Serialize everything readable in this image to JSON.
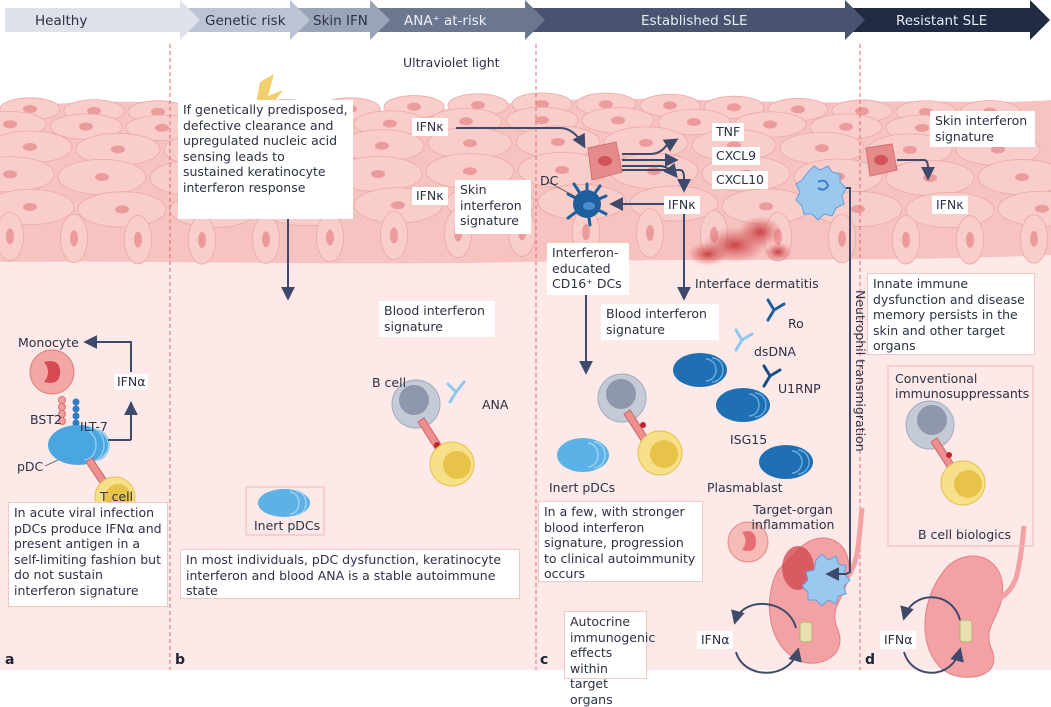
{
  "timeline": {
    "stages": [
      {
        "label": "Healthy",
        "color": "#dce1ea",
        "text_color": "#3a3f4f"
      },
      {
        "label": "Genetic risk",
        "color": "#bcc4d3",
        "text_color": "#3a3f4f"
      },
      {
        "label": "Skin IFN",
        "color": "#9aa4b8",
        "text_color": "#2c3144"
      },
      {
        "label": "ANA⁺ at-risk",
        "color": "#6b7791",
        "text_color": "#eef1f6"
      },
      {
        "label": "Established SLE",
        "color": "#47536f",
        "text_color": "#e8ecf3"
      },
      {
        "label": "Resistant SLE",
        "color": "#1f2b45",
        "text_color": "#e8ecf3"
      }
    ]
  },
  "colors": {
    "skin": "#f6c3c0",
    "skin_cell_border": "#eaa4a2",
    "nucleus": "#e8898a",
    "dermis_bg": "#fde9e8",
    "arrow": "#3d4a6b",
    "divider": "#e06a6a",
    "pdc_blue": "#4aa6e0",
    "plasmablast_blue": "#1e6fb3",
    "tcell_yellow": "#f0d060",
    "bcell_gray": "#a3acbd"
  },
  "panels": {
    "a": {
      "letter": "a",
      "labels": {
        "monocyte": "Monocyte",
        "bst2": "BST2",
        "ilt7": "ILT-7",
        "ifna": "IFNα",
        "pdc": "pDC",
        "tcell": "T cell"
      },
      "caption": "In acute viral infection pDCs produce IFNα and present antigen in a self-limiting fashion but do not sustain interferon signature"
    },
    "b": {
      "letter": "b",
      "labels": {
        "uv": "Ultraviolet light",
        "ifnk_top": "IFNκ",
        "ifnk_bottom": "IFNκ",
        "skin_sig": "Skin interferon signature",
        "blood_sig": "Blood interferon signature",
        "bcell": "B cell",
        "ana": "ANA",
        "inert": "Inert pDCs"
      },
      "keratinocyte_note": "If genetically predisposed, defective clearance and upregulated nucleic acid sensing leads to sustained keratinocyte interferon response",
      "caption": "In most individuals, pDC dysfunction, keratinocyte interferon and blood ANA is a stable autoimmune state"
    },
    "c": {
      "letter": "c",
      "labels": {
        "dc": "DC",
        "tnf": "TNF",
        "cxcl9": "CXCL9",
        "cxcl10": "CXCL10",
        "ifnk": "IFNκ",
        "cd16": "Interferon-educated CD16⁺ DCs",
        "interface": "Interface dermatitis",
        "blood_sig": "Blood interferon signature",
        "ro": "Ro",
        "dsdna": "dsDNA",
        "u1rnp": "U1RNP",
        "isg15": "ISG15",
        "plasmablast": "Plasmablast",
        "inert": "Inert pDCs",
        "target": "Target-organ inflammation",
        "neutrophil": "Neutrophil transmigration",
        "ifna": "IFNα"
      },
      "caption": "In a few, with stronger blood interferon signature, progression to clinical autoimmunity occurs",
      "autocrine": "Autocrine immunogenic effects within target organs"
    },
    "d": {
      "letter": "d",
      "labels": {
        "skin_sig": "Skin interferon signature",
        "ifnk": "IFNκ",
        "conventional": "Conventional immunosuppressants",
        "bcell_bio": "B cell biologics",
        "ifna": "IFNα"
      },
      "caption": "Innate immune dysfunction and disease memory persists in the skin and other target organs"
    }
  }
}
